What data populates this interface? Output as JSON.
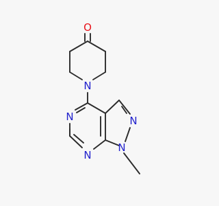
{
  "molecule": {
    "colors": {
      "carbon_bond": "#2b2b2b",
      "nitrogen": "#1f1fcc",
      "oxygen": "#e8141b",
      "background": "#f7f7f7"
    },
    "atoms": [
      {
        "id": "O",
        "label": "O"
      },
      {
        "id": "N1",
        "label": "N"
      },
      {
        "id": "N2",
        "label": "N"
      },
      {
        "id": "N3",
        "label": "N"
      },
      {
        "id": "N4",
        "label": "N"
      },
      {
        "id": "N5",
        "label": "N"
      }
    ]
  }
}
